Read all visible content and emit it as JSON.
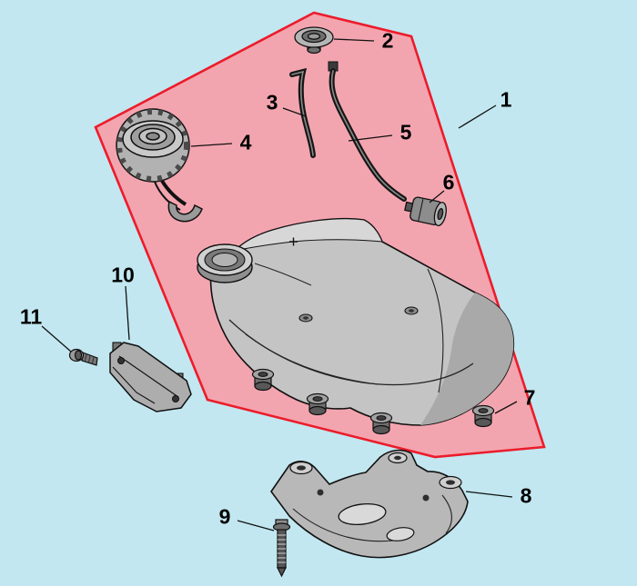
{
  "colors": {
    "bg": "#c2e7f0",
    "hlFill": "#f3a5af",
    "hlStroke": "#ec1c2b",
    "lineColor": "#111111"
  },
  "callouts": [
    {
      "label": "1"
    },
    {
      "label": "2"
    },
    {
      "label": "3"
    },
    {
      "label": "4"
    },
    {
      "label": "5"
    },
    {
      "label": "6"
    },
    {
      "label": "7"
    },
    {
      "label": "8"
    },
    {
      "label": "9"
    },
    {
      "label": "10"
    },
    {
      "label": "11"
    }
  ]
}
